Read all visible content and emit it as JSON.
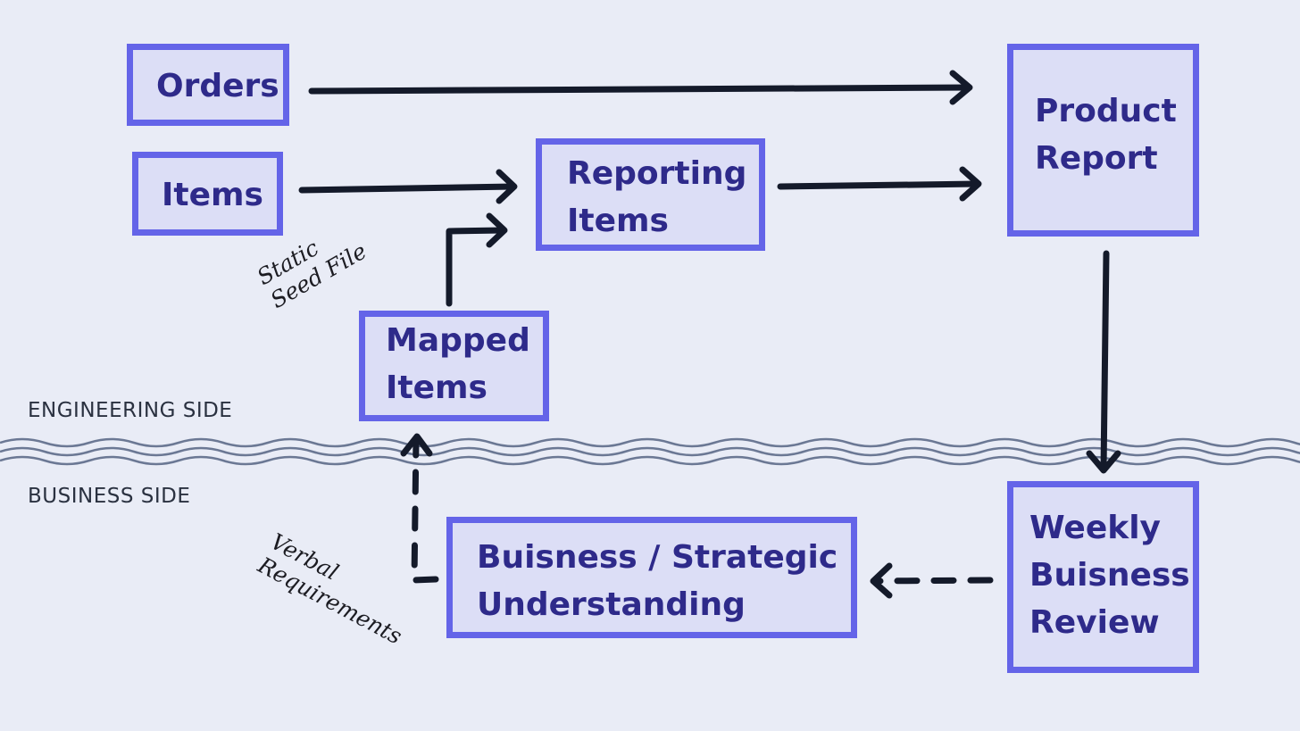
{
  "diagram": {
    "nodes": {
      "orders": "Orders",
      "items": "Items",
      "reporting_items": "Reporting\nItems",
      "product_report": "Product\nReport",
      "mapped_items": "Mapped\nItems",
      "business_understanding": "Buisness / Strategic\nUnderstanding",
      "weekly_review": "Weekly\nBuisness\nReview"
    },
    "zones": {
      "engineering": "ENGINEERING SIDE",
      "business": "BUSINESS SIDE"
    },
    "annotations": {
      "static_seed_file": "Static\nSeed File",
      "verbal_requirements": "Verbal\nRequirements"
    },
    "edges": [
      {
        "from": "Orders",
        "to": "Product Report",
        "style": "solid"
      },
      {
        "from": "Items",
        "to": "Reporting Items",
        "style": "solid"
      },
      {
        "from": "Reporting Items",
        "to": "Product Report",
        "style": "solid"
      },
      {
        "from": "Mapped Items",
        "to": "Reporting Items",
        "style": "solid"
      },
      {
        "from": "Product Report",
        "to": "Weekly Buisness Review",
        "style": "solid"
      },
      {
        "from": "Weekly Buisness Review",
        "to": "Buisness / Strategic Understanding",
        "style": "dashed"
      },
      {
        "from": "Buisness / Strategic Understanding",
        "to": "Mapped Items",
        "style": "dashed"
      }
    ],
    "colors": {
      "background": "#e9ecf6",
      "box_border": "#6464e8",
      "box_fill": "#dcdef6",
      "box_text": "#2e2a8a",
      "arrow": "#141a2a",
      "wave": "#6b7894"
    }
  }
}
